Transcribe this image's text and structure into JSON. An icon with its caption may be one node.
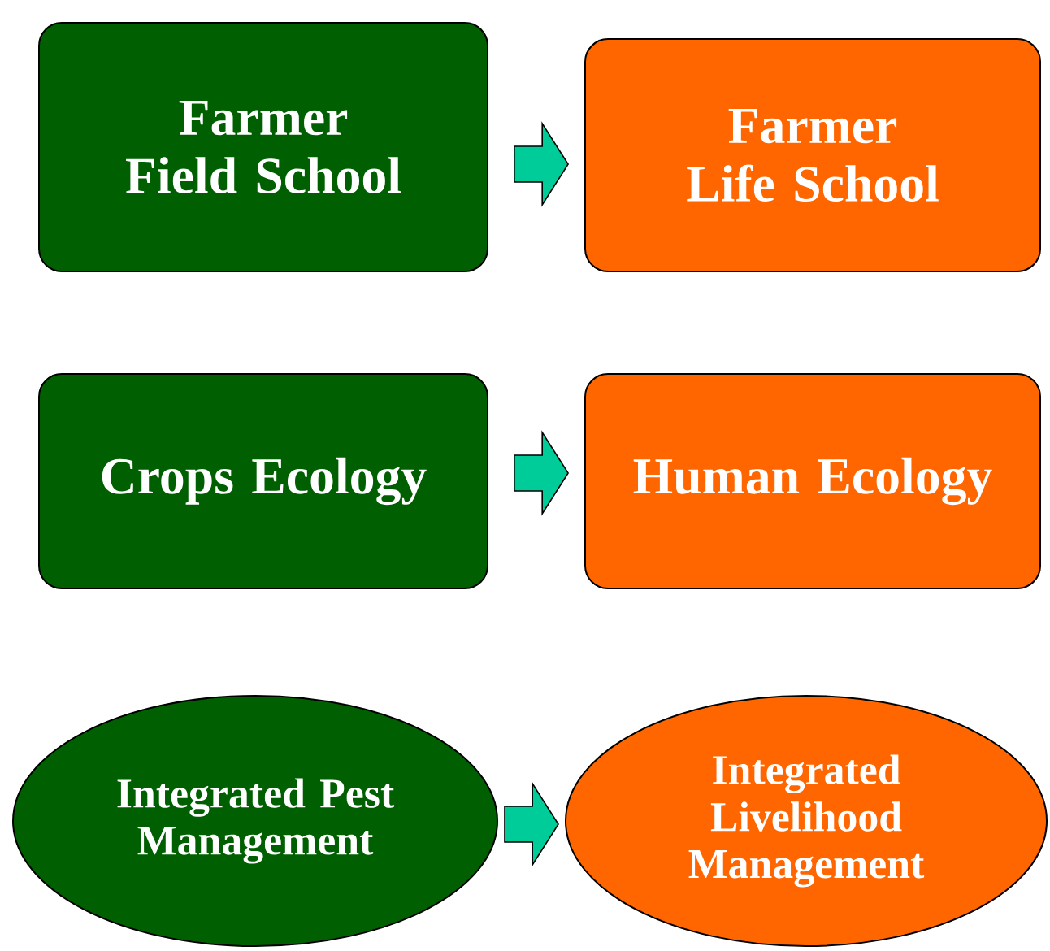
{
  "diagram": {
    "nodes": [
      {
        "text": [
          "Farmer Field School"
        ]
      },
      {
        "text": [
          "Farmer Life School"
        ]
      },
      {
        "text": [
          "Crops Ecology"
        ]
      },
      {
        "text": [
          "Human Ecology"
        ]
      },
      {
        "text": [
          "Integrated Pest Management"
        ]
      },
      {
        "text": [
          "Integrated Livelihood Management"
        ]
      }
    ],
    "edges": [
      {
        "from": 0,
        "to": 1,
        "arrow": "to"
      },
      {
        "from": 2,
        "to": 3,
        "arrow": "to"
      },
      {
        "from": 4,
        "to": 5,
        "arrow": "to"
      }
    ]
  }
}
